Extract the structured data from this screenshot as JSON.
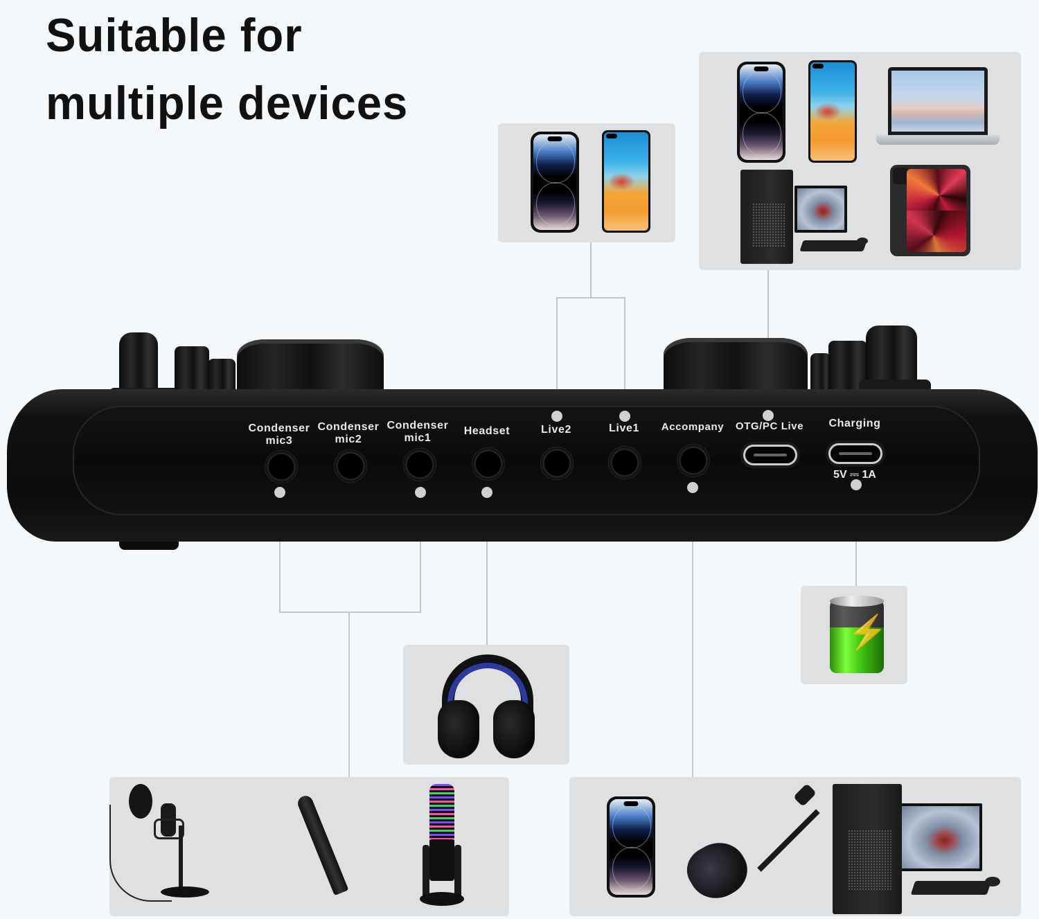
{
  "title": {
    "line1": "Suitable for",
    "line2": "multiple devices"
  },
  "colors": {
    "background": "#f4f8fb",
    "panel": "#dfe0e1",
    "connector": "#c4c5c6",
    "mixer_body": "#111111",
    "label_text": "#eaeaea",
    "title_text": "#111111"
  },
  "mixer": {
    "ports": [
      {
        "id": "condenser-mic3",
        "label_line1": "Condenser",
        "label_line2": "mic3",
        "type": "3.5mm-jack"
      },
      {
        "id": "condenser-mic2",
        "label_line1": "Condenser",
        "label_line2": "mic2",
        "type": "3.5mm-jack"
      },
      {
        "id": "condenser-mic1",
        "label_line1": "Condenser",
        "label_line2": "mic1",
        "type": "3.5mm-jack"
      },
      {
        "id": "headset",
        "label_line1": "Headset",
        "label_line2": "",
        "type": "3.5mm-jack"
      },
      {
        "id": "live2",
        "label_line1": "Live2",
        "label_line2": "",
        "type": "3.5mm-jack"
      },
      {
        "id": "live1",
        "label_line1": "Live1",
        "label_line2": "",
        "type": "3.5mm-jack"
      },
      {
        "id": "accompany",
        "label_line1": "Accompany",
        "label_line2": "",
        "type": "3.5mm-jack"
      },
      {
        "id": "otg-pc-live",
        "label_line1": "OTG/PC Live",
        "label_line2": "",
        "type": "usb-c"
      },
      {
        "id": "charging",
        "label_line1": "Charging",
        "label_line2": "",
        "type": "usb-c"
      }
    ],
    "charging_spec": "5V ⎓ 1A"
  },
  "device_groups": [
    {
      "id": "live-phones",
      "connects_to": [
        "Live2",
        "Live1"
      ],
      "devices": [
        "iphone-icon",
        "android-phone-icon"
      ]
    },
    {
      "id": "otg-devices",
      "connects_to": [
        "OTG/PC Live"
      ],
      "devices": [
        "iphone-icon",
        "android-phone-icon",
        "laptop-icon",
        "desktop-pc-icon",
        "tablet-icon"
      ]
    },
    {
      "id": "charging-source",
      "connects_to": [
        "Charging"
      ],
      "devices": [
        "battery-icon"
      ]
    },
    {
      "id": "headset-devices",
      "connects_to": [
        "Headset"
      ],
      "devices": [
        "headphones-icon"
      ]
    },
    {
      "id": "microphones",
      "connects_to": [
        "Condenser mic3",
        "Condenser mic1"
      ],
      "devices": [
        "condenser-mic-stand-icon",
        "handheld-mic-icon",
        "rgb-usb-mic-icon"
      ]
    },
    {
      "id": "accompany-devices",
      "connects_to": [
        "Accompany"
      ],
      "devices": [
        "iphone-icon",
        "electric-guitar-icon",
        "desktop-pc-icon"
      ]
    }
  ]
}
